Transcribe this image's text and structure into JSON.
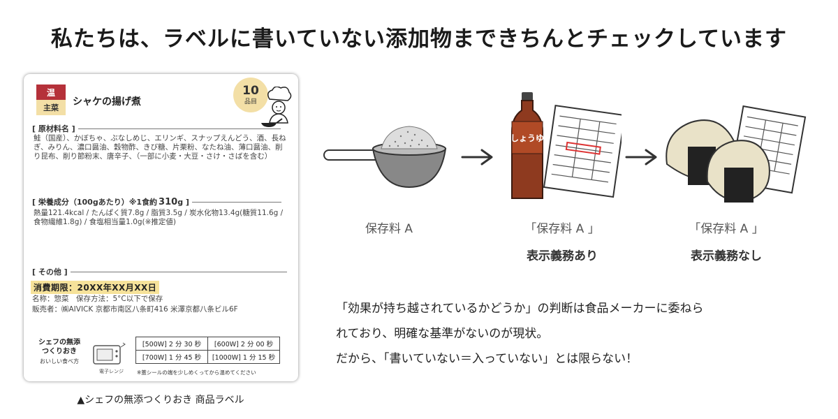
{
  "headline": "私たちは、ラベルに書いていない添加物まできちんとチェックしています",
  "label_card": {
    "badge_hot": "温",
    "badge_main": "主菜",
    "product_name": "シャケの揚げ煮",
    "item_count": "10",
    "item_count_unit": "品目",
    "ingredients_heading": "[ 原材料名 ]",
    "ingredients_text": "鮭（国産）、かぼちゃ、ぶなしめじ、エリンギ、スナップえんどう、酒、長ねぎ、みりん、濃口醤油、穀物酢、きび糖、片栗粉、なたね油、薄口醤油、削り昆布、削り節粉末、唐辛子、（一部に小麦・大豆・さけ・さばを含む）",
    "nutrition_heading": "[ 栄養成分（100gあたり）※1食約",
    "nutrition_weight": "310",
    "nutrition_unit": "g ]",
    "nutrition_text": "熱量121.4kcal / たんぱく質7.8g / 脂質3.5g / 炭水化物13.4g(糖質11.6g / 食物繊維1.8g) / 食塩相当量1.0g(※推定値)",
    "other_heading": "[ その他 ]",
    "expiry": "消費期限：20XX年XX月XX日",
    "name_line": "名称：惣菜　保存方法：5°C以下で保存",
    "seller_line": "販売者：㈱AIVICK 京都市南区八条町416 米澤京都八条ビル6F",
    "brand_line1": "シェフの無添",
    "brand_line2": "つくりおき",
    "brand_line3": "おいしい食べ方",
    "microwave_label": "電子レンジ",
    "heating_times": [
      [
        "[500W] 2 分 30 秒",
        "[600W] 2 分 00 秒"
      ],
      [
        "[700W] 1 分 45 秒",
        "[1000W] 1 分 15 秒"
      ]
    ],
    "heating_note": "※蓋シールの端を少しめくってから温めてください"
  },
  "label_caption": "▲シェフの無添つくりおき 商品ラベル",
  "steps": [
    {
      "caption": "保存料 A",
      "sub": ""
    },
    {
      "caption": "「保存料 A 」",
      "sub": "表示義務あり"
    },
    {
      "caption": "「保存料 A 」",
      "sub": "表示義務なし"
    }
  ],
  "illustration_text": {
    "soy_label": "しょうゆ"
  },
  "explanation": [
    "「効果が持ち越されているかどうか」の判断は食品メーカーに委ねら",
    "れており、明確な基準がないのが現状。",
    "だから、「書いていない＝入っていない」とは限らない！"
  ],
  "colors": {
    "badge_red": "#b5313a",
    "badge_cream": "#f3dfa6",
    "highlight_yellow": "#f6e29a",
    "soy_bottle": "#8e3a1f"
  }
}
